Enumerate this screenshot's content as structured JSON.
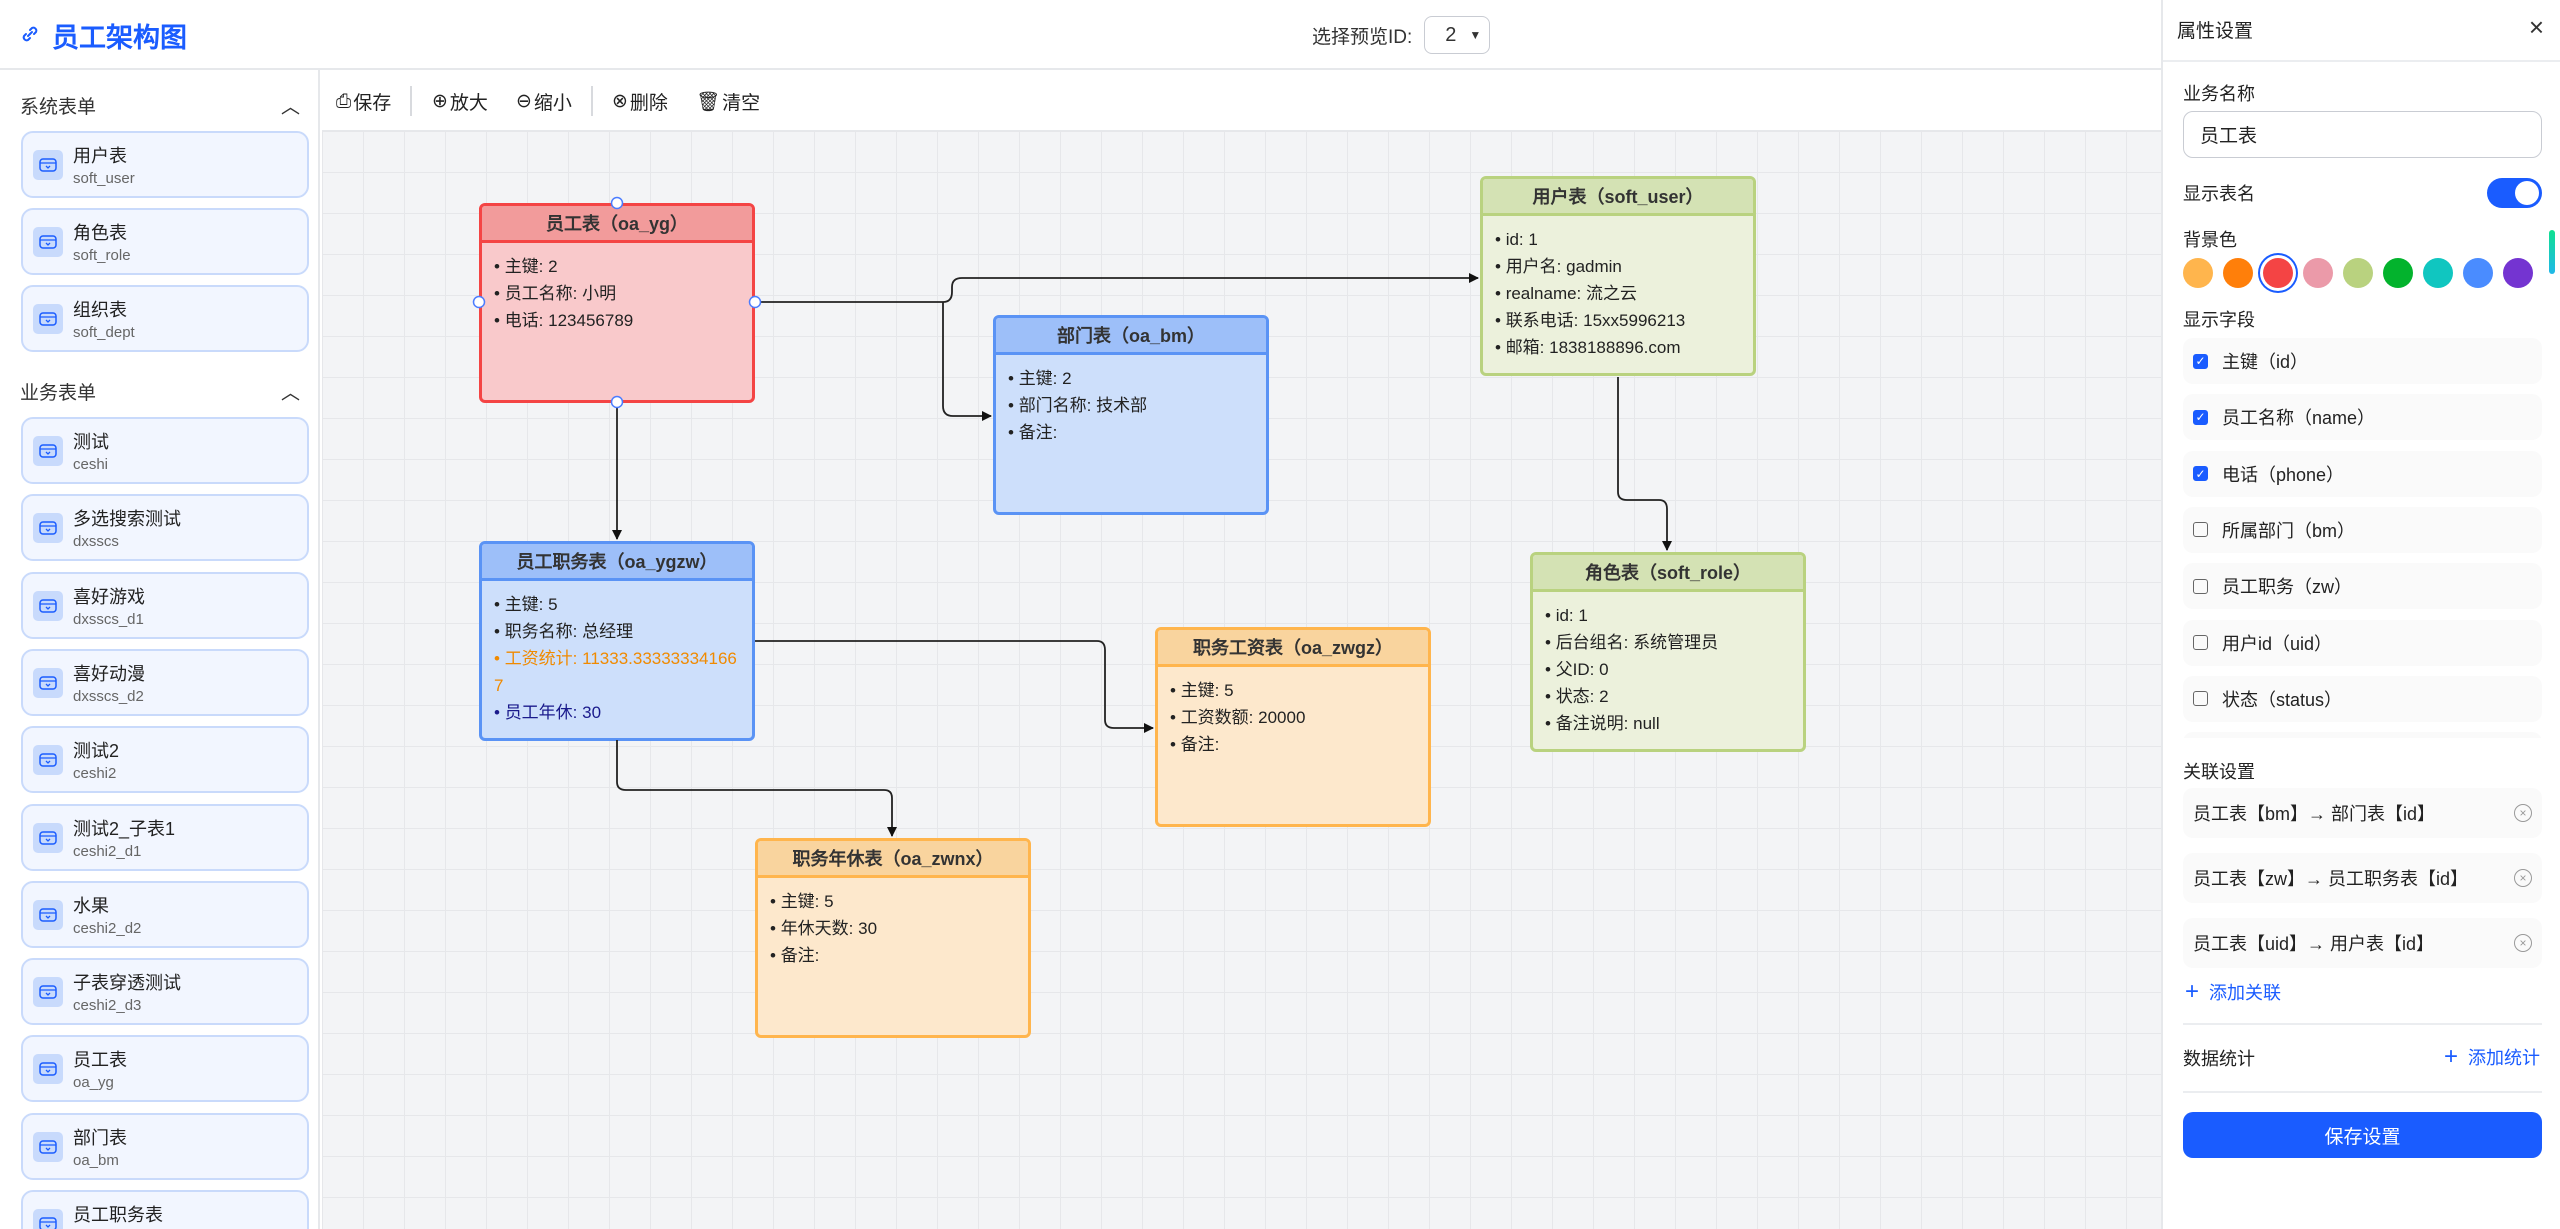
{
  "header": {
    "title": "员工架构图",
    "preview_label": "选择预览ID:",
    "preview_value": "2"
  },
  "sidebar": {
    "system_title": "系统表单",
    "system_items": [
      {
        "name": "用户表",
        "code": "soft_user",
        "icon": "user-icon"
      },
      {
        "name": "角色表",
        "code": "soft_role",
        "icon": "person-icon"
      },
      {
        "name": "组织表",
        "code": "soft_dept",
        "icon": "org-icon"
      }
    ],
    "business_title": "业务表单",
    "business_items": [
      {
        "name": "测试",
        "code": "ceshi"
      },
      {
        "name": "多选搜索测试",
        "code": "dxsscs"
      },
      {
        "name": "喜好游戏",
        "code": "dxsscs_d1"
      },
      {
        "name": "喜好动漫",
        "code": "dxsscs_d2"
      },
      {
        "name": "测试2",
        "code": "ceshi2"
      },
      {
        "name": "测试2_子表1",
        "code": "ceshi2_d1"
      },
      {
        "name": "水果",
        "code": "ceshi2_d2"
      },
      {
        "name": "子表穿透测试",
        "code": "ceshi2_d3"
      },
      {
        "name": "员工表",
        "code": "oa_yg"
      },
      {
        "name": "部门表",
        "code": "oa_bm"
      },
      {
        "name": "员工职务表",
        "code": ""
      }
    ]
  },
  "toolbar": {
    "save": "保存",
    "zoom_in": "放大",
    "zoom_out": "缩小",
    "delete": "删除",
    "clear": "清空"
  },
  "nodes": [
    {
      "id": "oa_yg",
      "title": "员工表（oa_yg）",
      "theme": "red",
      "selected": true,
      "fields": [
        {
          "text": "主键: 2"
        },
        {
          "text": "员工名称: 小明"
        },
        {
          "text": "电话: 123456789"
        }
      ]
    },
    {
      "id": "oa_bm",
      "title": "部门表（oa_bm）",
      "theme": "blue",
      "fields": [
        {
          "text": "主键: 2"
        },
        {
          "text": "部门名称: 技术部"
        },
        {
          "text": "备注:"
        }
      ]
    },
    {
      "id": "soft_user",
      "title": "用户表（soft_user）",
      "theme": "green",
      "fields": [
        {
          "text": "id: 1"
        },
        {
          "text": "用户名: gadmin"
        },
        {
          "text": "realname: 流之云"
        },
        {
          "text": "联系电话: 15xx5996213"
        },
        {
          "text": "邮箱: 1838188896.com"
        }
      ]
    },
    {
      "id": "oa_ygzw",
      "title": "员工职务表（oa_ygzw）",
      "theme": "blue",
      "fields": [
        {
          "text": "主键: 5"
        },
        {
          "text": "职务名称: 总经理"
        },
        {
          "text": "工资统计: 11333.333333341667",
          "color": "#f08a00"
        },
        {
          "text": "员工年休: 30",
          "color": "#1a1a8c"
        }
      ]
    },
    {
      "id": "oa_zwgz",
      "title": "职务工资表（oa_zwgz）",
      "theme": "orange",
      "fields": [
        {
          "text": "主键: 5"
        },
        {
          "text": "工资数额: 20000"
        },
        {
          "text": "备注:"
        }
      ]
    },
    {
      "id": "oa_zwnx",
      "title": "职务年休表（oa_zwnx）",
      "theme": "orange",
      "fields": [
        {
          "text": "主键: 5"
        },
        {
          "text": "年休天数: 30"
        },
        {
          "text": "备注:"
        }
      ]
    },
    {
      "id": "soft_role",
      "title": "角色表（soft_role）",
      "theme": "green",
      "fields": [
        {
          "text": "id: 1"
        },
        {
          "text": "后台组名: 系统管理员"
        },
        {
          "text": "父ID: 0"
        },
        {
          "text": "状态: 2"
        },
        {
          "text": "备注说明: null"
        }
      ]
    }
  ],
  "themes": {
    "red": {
      "bg": "#f9c9cb",
      "head": "#f29b9b",
      "border": "#f44444"
    },
    "blue": {
      "bg": "#cddffb",
      "head": "#9dbff9",
      "border": "#5a93f5"
    },
    "green": {
      "bg": "#ecf1dc",
      "head": "#d4e2b4",
      "border": "#b9d27f"
    },
    "orange": {
      "bg": "#fde8cc",
      "head": "#f9d49e",
      "border": "#ffb54d"
    }
  },
  "edges": [
    [
      "oa_yg",
      "soft_user"
    ],
    [
      "oa_yg",
      "oa_bm"
    ],
    [
      "oa_yg",
      "oa_ygzw"
    ],
    [
      "oa_ygzw",
      "oa_zwgz"
    ],
    [
      "oa_ygzw",
      "oa_zwnx"
    ],
    [
      "soft_user",
      "soft_role"
    ]
  ],
  "panel": {
    "title": "属性设置",
    "name_label": "业务名称",
    "name_value": "员工表",
    "show_name_label": "显示表名",
    "show_name": true,
    "bg_label": "背景色",
    "colors": [
      "#ffb54d",
      "#ff7f0a",
      "#f44444",
      "#eb9aa9",
      "#b9d27f",
      "#03b32d",
      "#10c6c0",
      "#4a8cff",
      "#7434d1"
    ],
    "selected_color": "#f44444",
    "fields_label": "显示字段",
    "fields": [
      {
        "label": "主键（id）",
        "checked": true
      },
      {
        "label": "员工名称（name）",
        "checked": true
      },
      {
        "label": "电话（phone）",
        "checked": true
      },
      {
        "label": "所属部门（bm）",
        "checked": false
      },
      {
        "label": "员工职务（zw）",
        "checked": false
      },
      {
        "label": "用户id（uid）",
        "checked": false
      },
      {
        "label": "状态（status）",
        "checked": false
      }
    ],
    "relations_label": "关联设置",
    "relations": [
      "员工表【bm】→ 部门表【id】",
      "员工表【zw】→ 员工职务表【id】",
      "员工表【uid】→ 用户表【id】"
    ],
    "add_relation": "添加关联",
    "stats_label": "数据统计",
    "add_stat": "添加统计",
    "save": "保存设置"
  }
}
